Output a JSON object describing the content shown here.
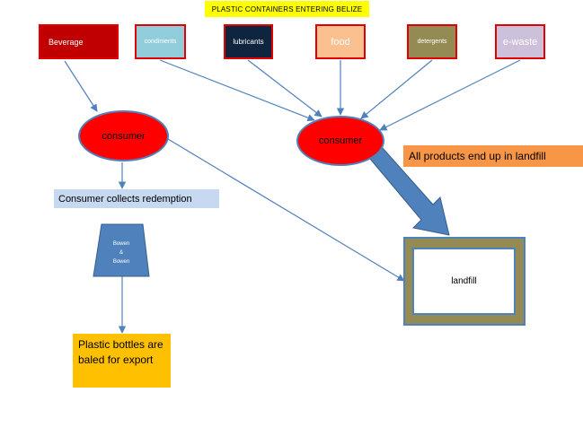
{
  "title": "PLASTIC CONTAINERS ENTERING BELIZE",
  "categories": [
    {
      "label": "Beverage",
      "color": "#c00000"
    },
    {
      "label": "condiments",
      "color": "#92cddc"
    },
    {
      "label": "lubricants",
      "color": "#0f243e"
    },
    {
      "label": "food",
      "color": "#fac090"
    },
    {
      "label": "detergents",
      "color": "#948a54"
    },
    {
      "label": "e-waste",
      "color": "#ccc0da"
    }
  ],
  "consumer_left": "consumer",
  "consumer_right": "consumer",
  "landfill_note": "All products end up in landfill",
  "redemption_note": "Consumer collects redemption",
  "processor": {
    "line1": "Bowen",
    "line2": "&",
    "line3": "Bowen"
  },
  "landfill_label": "landfill",
  "export_note": "Plastic bottles are baled for export",
  "colors": {
    "arrow": "#4f81bd",
    "consumer": "#ff0000",
    "title_bg": "#ffff00"
  }
}
